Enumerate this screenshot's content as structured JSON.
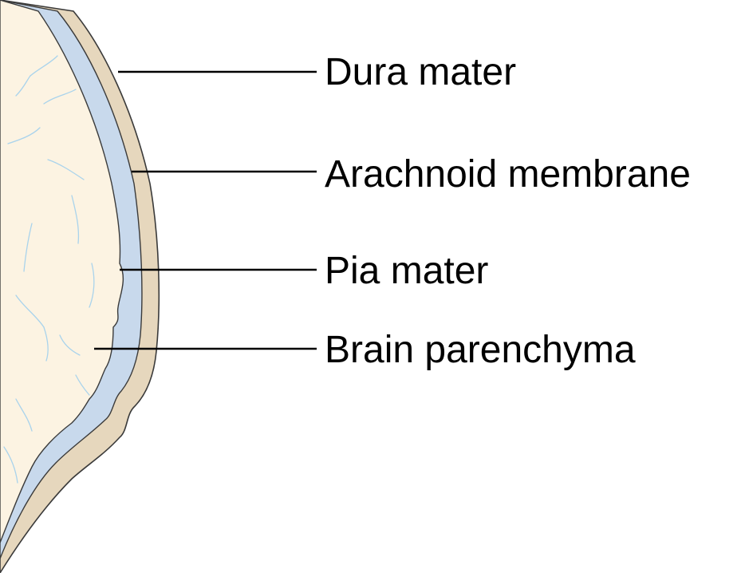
{
  "diagram": {
    "labels": {
      "dura": "Dura mater",
      "arachnoid": "Arachnoid membrane",
      "pia": "Pia mater",
      "brain": "Brain parenchyma"
    },
    "colors": {
      "dura_mater": "#e6d7bd",
      "arachnoid_membrane": "#c8d9ec",
      "brain_parenchyma": "#fcf3e2",
      "blood_vessels": "#a9d3ec",
      "outline": "#3a3a3a",
      "leader_lines": "#000000"
    }
  }
}
